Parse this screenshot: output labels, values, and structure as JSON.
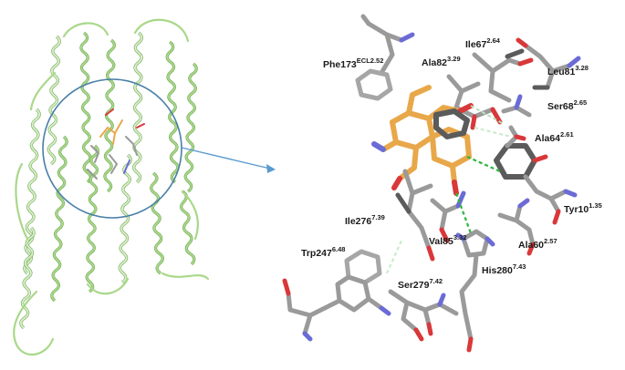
{
  "colors": {
    "helix": "#a9d889",
    "helix_dark": "#6fa653",
    "helix_light": "#d7efc6",
    "ligand": "#e8a84a",
    "residue": "#9a9a9a",
    "residue_dark": "#5b5b5b",
    "oxygen": "#d9383a",
    "nitrogen": "#6b6bd6",
    "hbond": "#2db83d",
    "circle": "#4a7fa6",
    "arrow": "#5a9ad0"
  },
  "residues": [
    {
      "id": "phe173",
      "name": "Phe173",
      "sup": "ECL2.52"
    },
    {
      "id": "ile67",
      "name": "Ile67",
      "sup": "2.64"
    },
    {
      "id": "ala82",
      "name": "Ala82",
      "sup": "3.29"
    },
    {
      "id": "leu81",
      "name": "Leu81",
      "sup": "3.28"
    },
    {
      "id": "ser68",
      "name": "Ser68",
      "sup": "2.65"
    },
    {
      "id": "ala64",
      "name": "Ala64",
      "sup": "2.61"
    },
    {
      "id": "tyr10",
      "name": "Tyr10",
      "sup": "1.35"
    },
    {
      "id": "ala60",
      "name": "Ala60",
      "sup": "2.57"
    },
    {
      "id": "ile276",
      "name": "Ile276",
      "sup": "7.39"
    },
    {
      "id": "val85",
      "name": "Val85",
      "sup": "3.32"
    },
    {
      "id": "trp247",
      "name": "Trp247",
      "sup": "6.48"
    },
    {
      "id": "ser279",
      "name": "Ser279",
      "sup": "7.42"
    },
    {
      "id": "his280",
      "name": "His280",
      "sup": "7.43"
    }
  ]
}
